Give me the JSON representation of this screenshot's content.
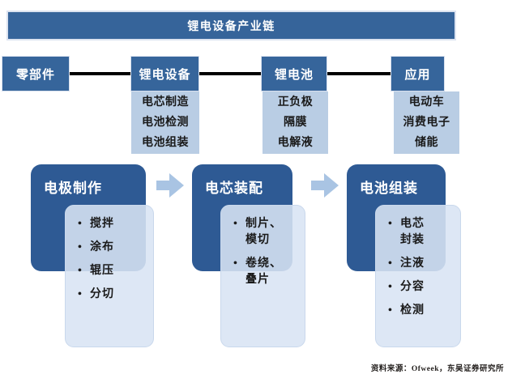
{
  "banner": {
    "title": "锂电设备产业链"
  },
  "chain": {
    "nodes": [
      {
        "label": "零部件",
        "items": []
      },
      {
        "label": "锂电设备",
        "items": [
          "电芯制造",
          "电池检测",
          "电池组装"
        ]
      },
      {
        "label": "锂电池",
        "items": [
          "正负极",
          "隔膜",
          "电解液"
        ]
      },
      {
        "label": "应用",
        "items": [
          "电动车",
          "消费电子",
          "储能"
        ]
      }
    ]
  },
  "process": {
    "bullet_glyph": "•",
    "steps": [
      {
        "title": "电极制作",
        "items": [
          "搅拌",
          "涂布",
          "辊压",
          "分切"
        ]
      },
      {
        "title": "电芯装配",
        "items": [
          "制片、\n模切",
          "卷绕、\n叠片"
        ]
      },
      {
        "title": "电池组装",
        "items": [
          "电芯\n封装",
          "注液",
          "分容",
          "检测"
        ]
      }
    ]
  },
  "source_note": "资料来源：Ofweek，东吴证券研究所",
  "colors": {
    "banner-blue": "#36649A",
    "chain-blue": "#36659B",
    "process-blue": "#2E5A94",
    "light-blue": "#B9CDE4",
    "arrow-blue": "#A9C4E3",
    "line-black": "#000000"
  }
}
